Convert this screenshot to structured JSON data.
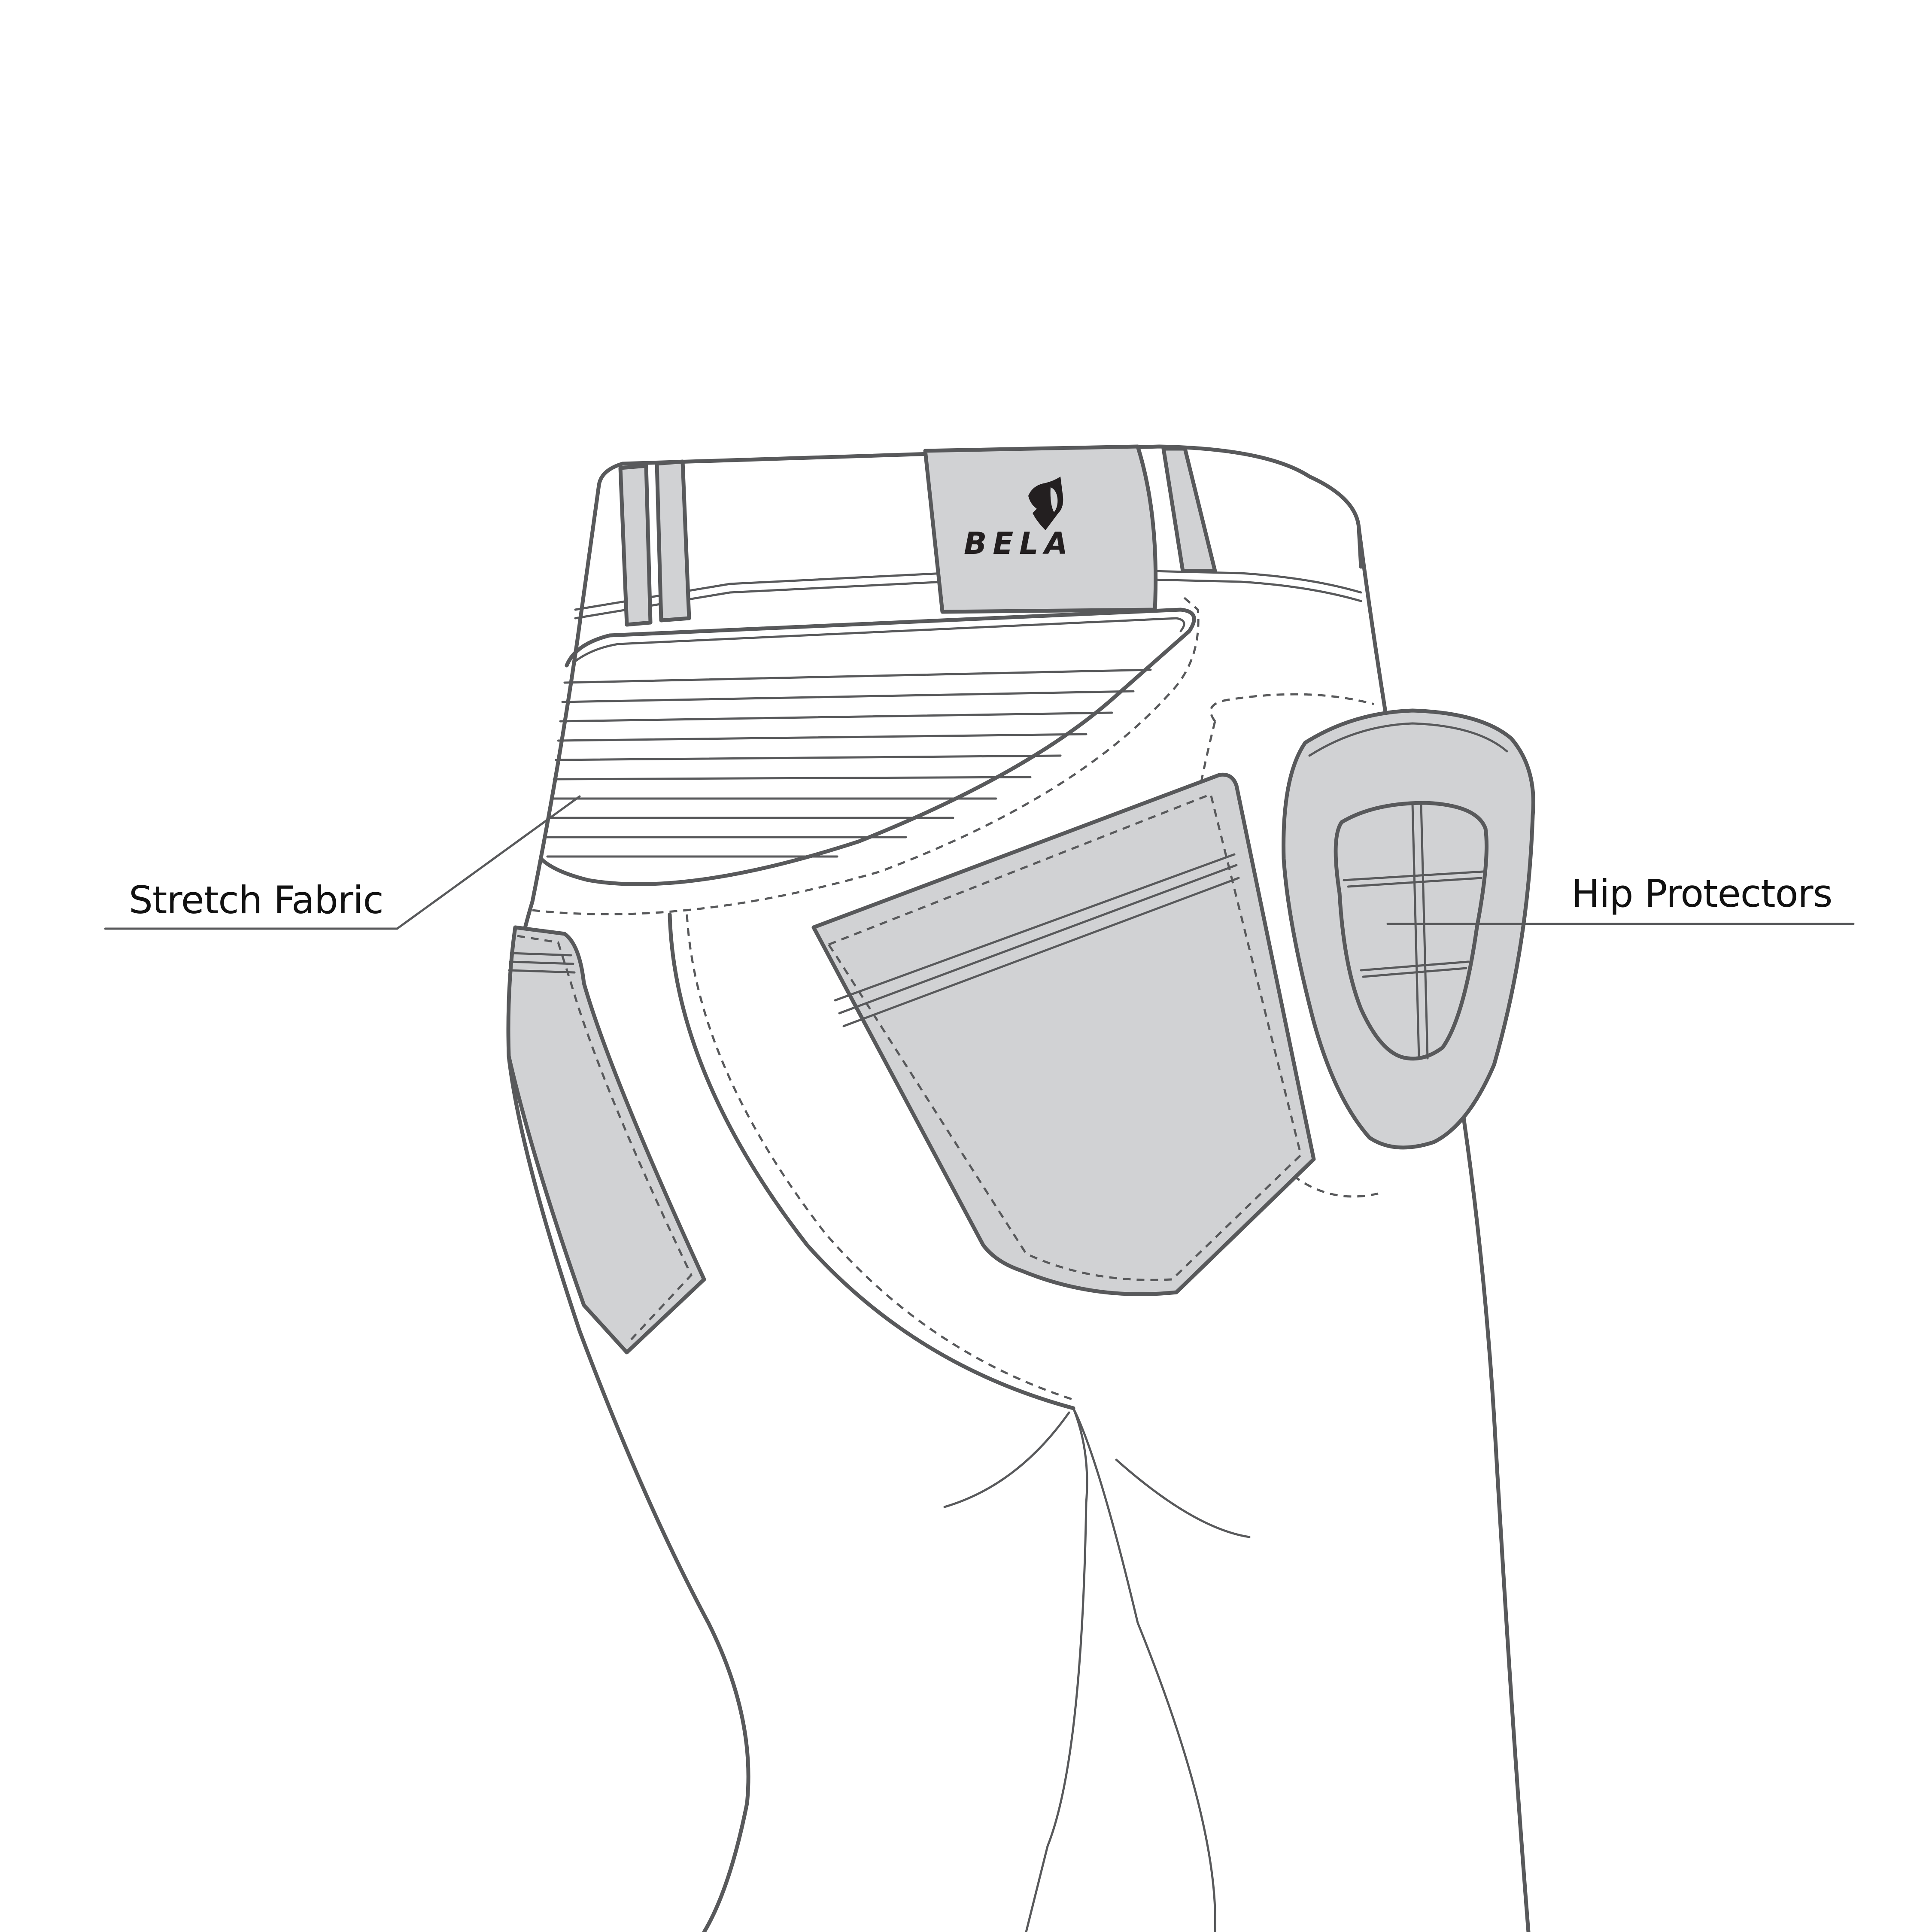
{
  "diagram": {
    "subject": "Motorcycle pants rear view",
    "brand": {
      "name": "BELA",
      "icon": "bear-head-icon"
    },
    "callouts": [
      {
        "id": "stretch-fabric",
        "label": "Stretch Fabric"
      },
      {
        "id": "hip-protectors",
        "label": "Hip Protectors"
      }
    ],
    "colors": {
      "outline": "#58595b",
      "panel_fill": "#d1d2d4",
      "background": "#ffffff",
      "text": "#111111"
    }
  }
}
